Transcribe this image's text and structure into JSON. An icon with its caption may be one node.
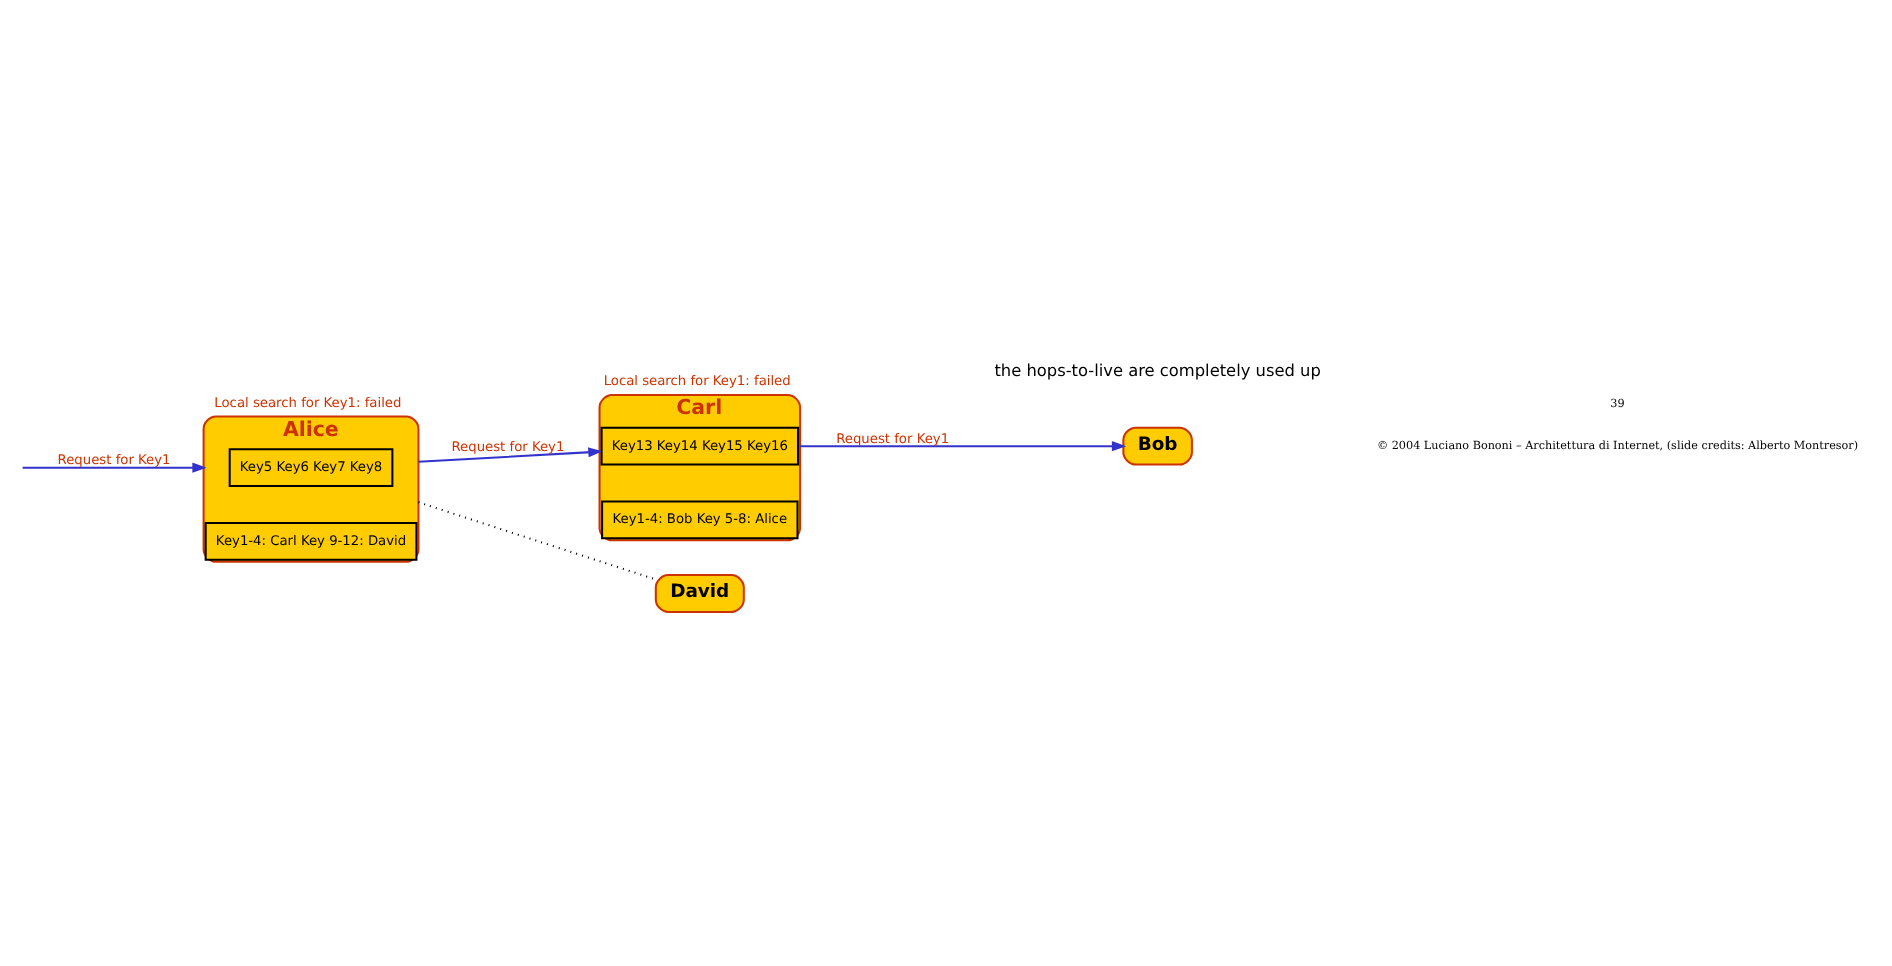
{
  "diagram": {
    "nodes": [
      {
        "text": [
          "Alice"
        ],
        "beside": [
          "Local search for Key1: failed"
        ]
      },
      {
        "text": [
          "Key5 Key6 Key7 Key8"
        ],
        "in": 0
      },
      {
        "text": [
          "Key1-4: Carl Key 9-12: David"
        ],
        "in": 0
      },
      {
        "text": [
          "Carl"
        ],
        "beside": [
          "Local search for Key1: failed"
        ]
      },
      {
        "text": [
          "Key13 Key14 Key15 Key16"
        ],
        "in": 3
      },
      {
        "text": [
          "Key1-4: Bob Key 5-8: Alice"
        ],
        "in": 3
      },
      {
        "text": [
          "Bob"
        ]
      },
      {
        "text": [
          "David"
        ]
      }
    ],
    "edges": [
      {
        "from": null,
        "to": 0,
        "arrow": "to",
        "label": "Request for Key1"
      },
      {
        "from": 0,
        "to": 3,
        "arrow": "to",
        "label": "Request for Key1"
      },
      {
        "from": 3,
        "to": 6,
        "arrow": "to",
        "label": "Request for Key1"
      },
      {
        "from": 0,
        "to": 7,
        "arrow": "none",
        "style": "dashed",
        "color": "#000000"
      }
    ],
    "labels": [
      "the hops-to-live are completely used up",
      "© 2004 Luciano Bononi – Architettura di Internet, (slide credits: Alberto Montresor)",
      "39"
    ]
  }
}
